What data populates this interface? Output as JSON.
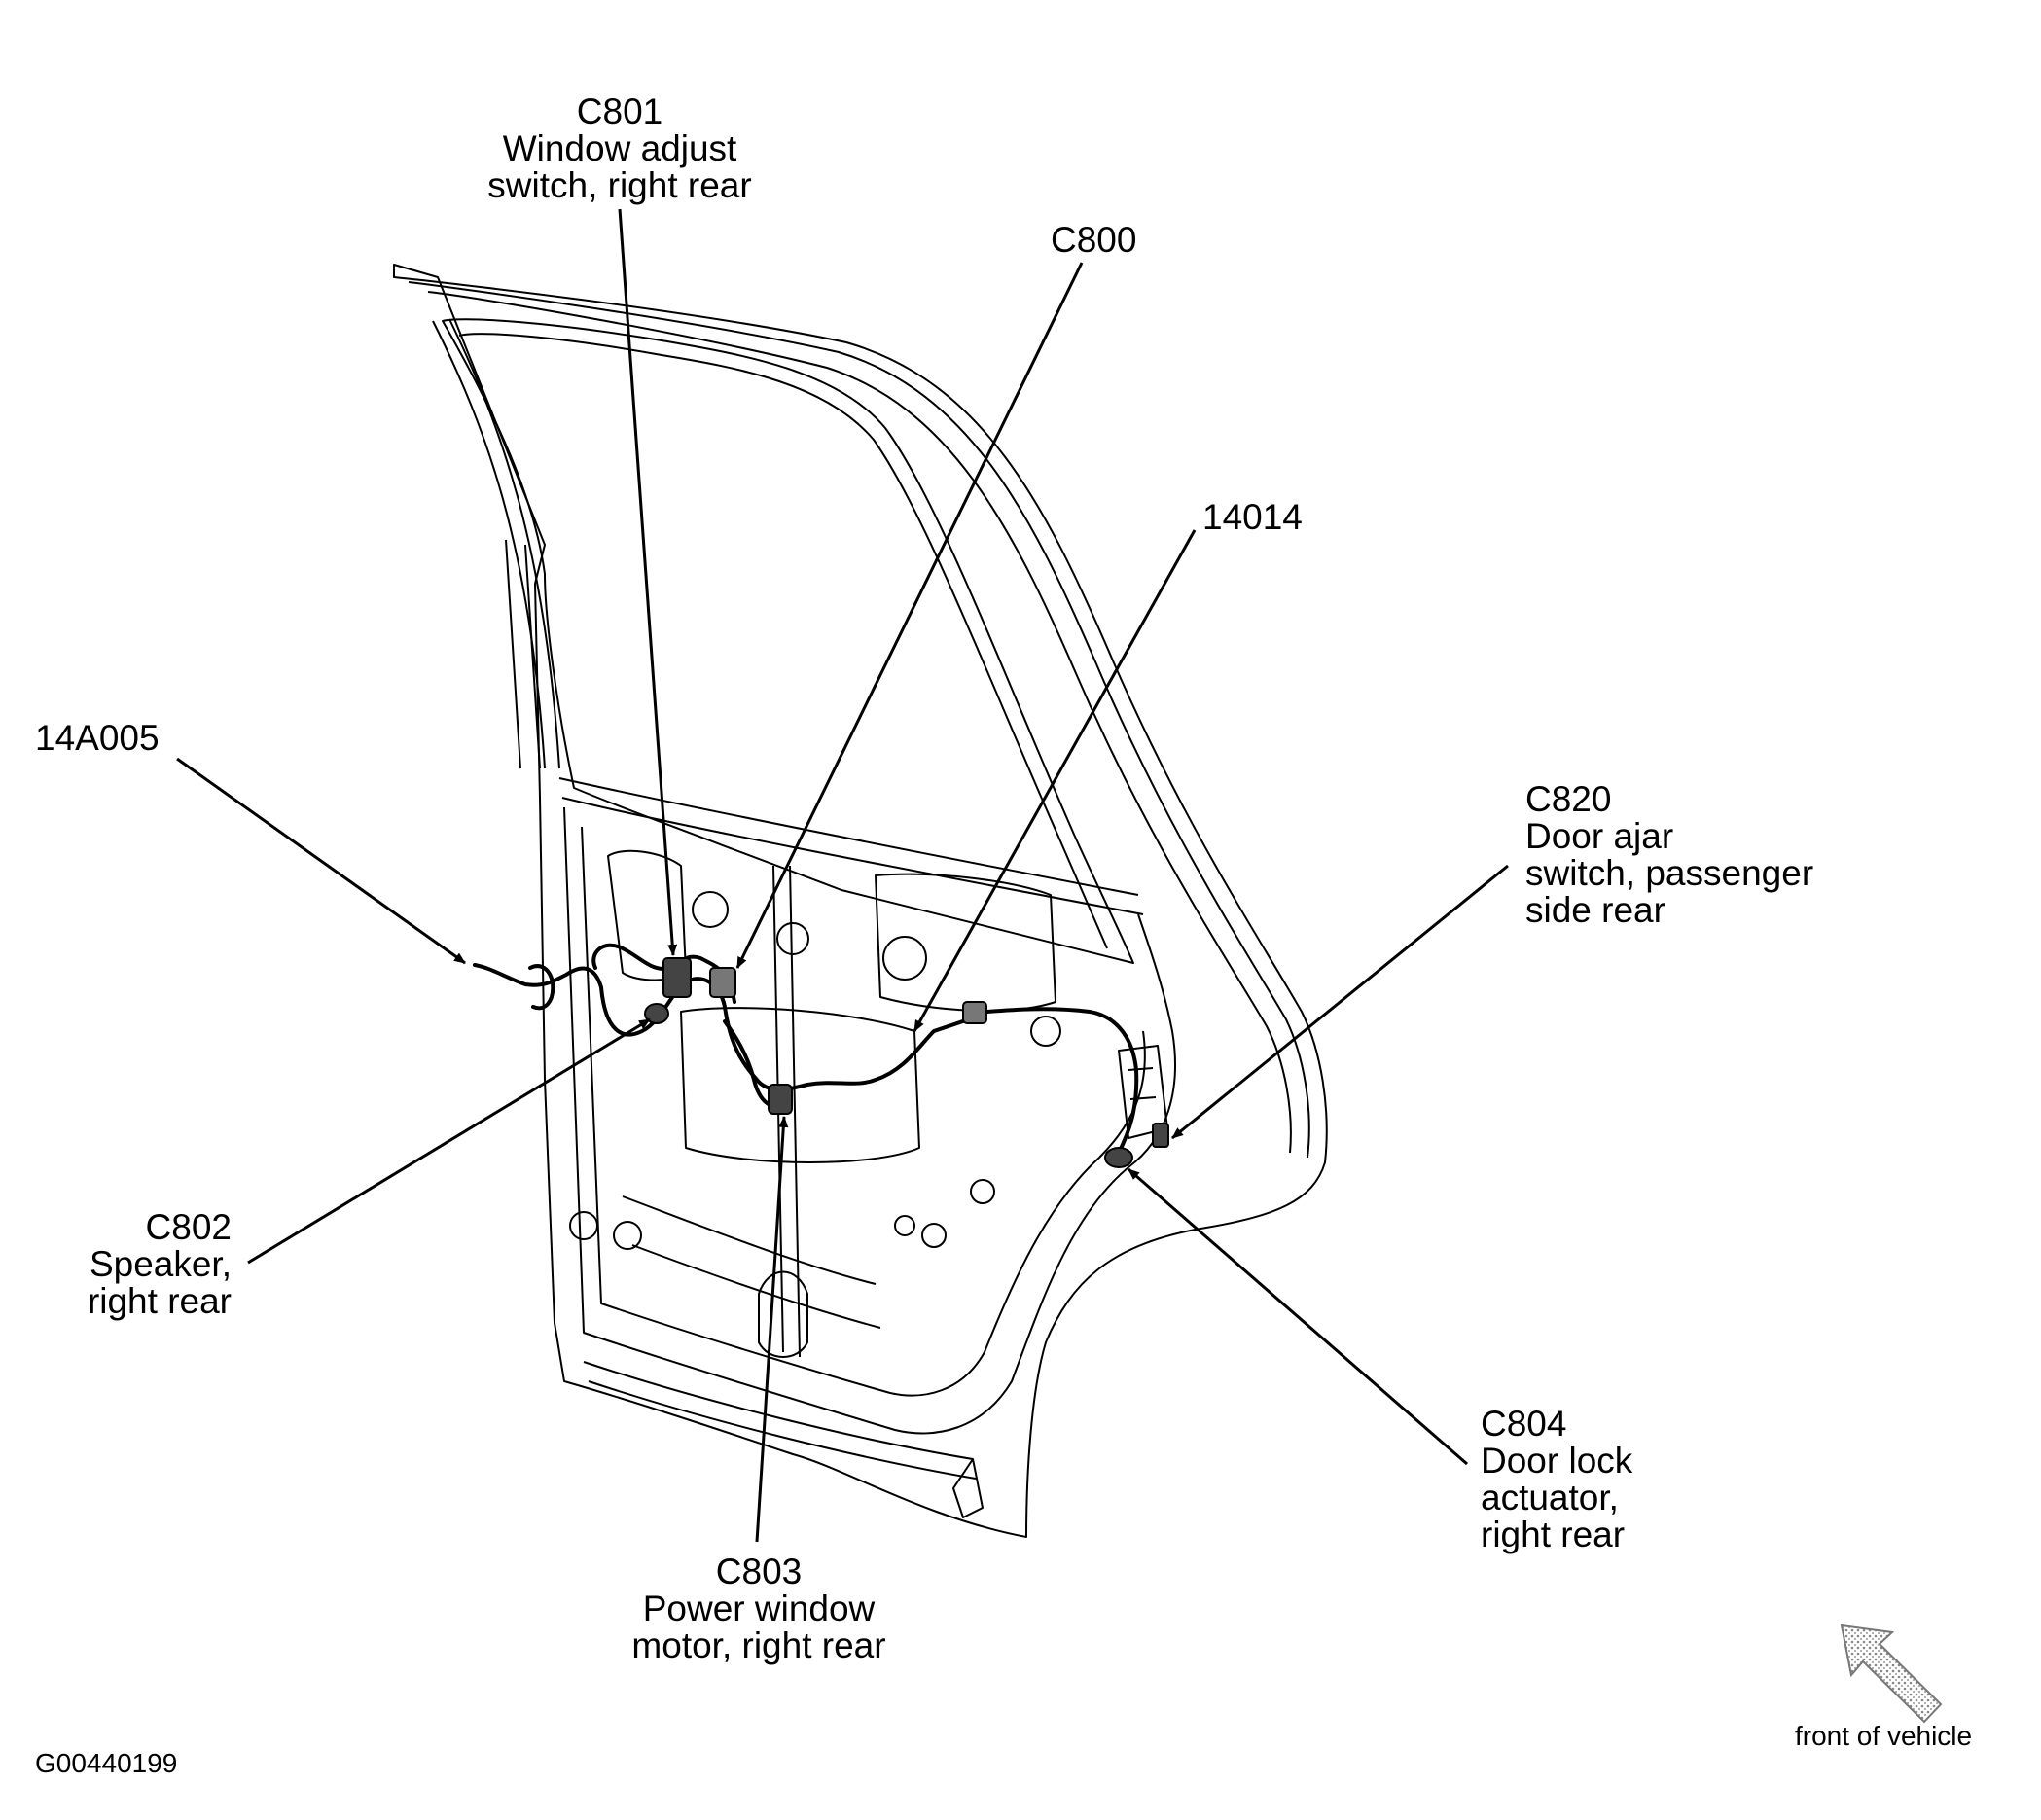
{
  "callouts": [
    {
      "id": "c801",
      "lines": [
        "C801",
        "Window adjust",
        "switch, right rear"
      ]
    },
    {
      "id": "c800",
      "lines": [
        "C800"
      ]
    },
    {
      "id": "p14014",
      "lines": [
        "14014"
      ]
    },
    {
      "id": "p14a005",
      "lines": [
        "14A005"
      ]
    },
    {
      "id": "c820",
      "lines": [
        "C820",
        "Door ajar",
        "switch, passenger",
        "side rear"
      ]
    },
    {
      "id": "c802",
      "lines": [
        "C802",
        "Speaker,",
        "right rear"
      ]
    },
    {
      "id": "c803",
      "lines": [
        "C803",
        "Power window",
        "motor, right rear"
      ]
    },
    {
      "id": "c804",
      "lines": [
        "C804",
        "Door lock",
        "actuator,",
        "right rear"
      ]
    }
  ],
  "figure_id": "G00440199",
  "orientation_label": "front of vehicle",
  "colors": {
    "line": "#000000",
    "background": "#ffffff",
    "arrow_fill": "#cccccc"
  }
}
